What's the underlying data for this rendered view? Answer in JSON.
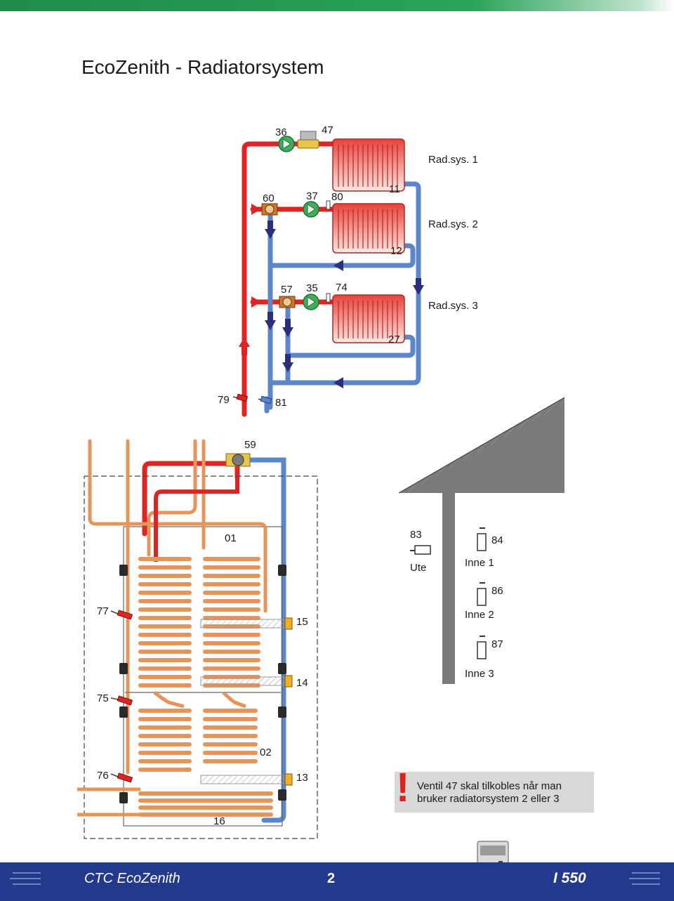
{
  "page": {
    "title": "EcoZenith - Radiatorsystem",
    "page_number": "2",
    "model_name": "CTC EcoZenith",
    "doc_code": "I 550"
  },
  "labels": {
    "n36": "36",
    "n47": "47",
    "n60": "60",
    "n37": "37",
    "n80": "80",
    "n11": "11",
    "n12": "12",
    "n57": "57",
    "n35": "35",
    "n74": "74",
    "n27": "27",
    "n79": "79",
    "n81": "81",
    "n59": "59",
    "n01": "01",
    "n02": "02",
    "n77": "77",
    "n75": "75",
    "n76": "76",
    "n15": "15",
    "n14": "14",
    "n13": "13",
    "n16": "16",
    "n83": "83",
    "n84": "84",
    "n86": "86",
    "n87": "87",
    "radsys1": "Rad.sys. 1",
    "radsys2": "Rad.sys. 2",
    "radsys3": "Rad.sys. 3",
    "ute": "Ute",
    "inne1": "Inne 1",
    "inne2": "Inne 2",
    "inne3": "Inne 3"
  },
  "note": {
    "exclamation": "!",
    "line1": "Ventil 47 skal tilkobles når man",
    "line2": "bruker radiatorsystem 2 eller 3"
  },
  "colors": {
    "supply": "#e02323",
    "return": "#5b86c9",
    "coil": "#e6945a",
    "radiator": "#e8423a",
    "pump": "#3fae5a",
    "footer": "#233a8c",
    "roof": "#7a7a7a"
  }
}
